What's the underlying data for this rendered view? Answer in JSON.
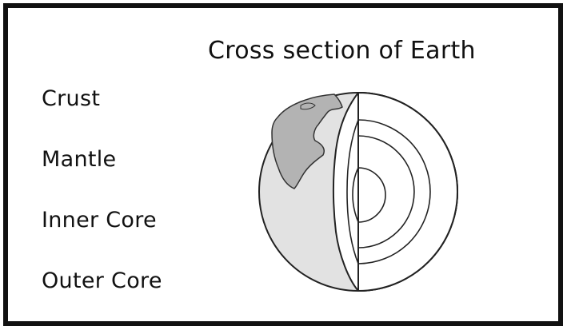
{
  "title": "Cross section of Earth",
  "labels": [
    "Crust",
    "Mantle",
    "Inner Core",
    "Outer Core"
  ],
  "colors": {
    "border": "#111111",
    "surface": "#e2e2e2",
    "land": "#b0b0b0",
    "interior": "#ffffff",
    "line": "#222222"
  }
}
